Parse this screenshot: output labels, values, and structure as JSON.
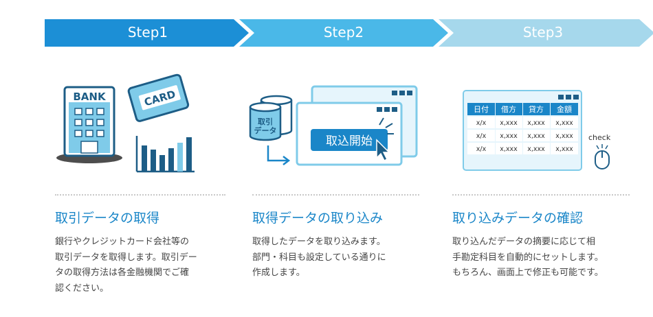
{
  "steps": [
    {
      "label": "Step1",
      "color": "#1c8fd6"
    },
    {
      "label": "Step2",
      "color": "#4ab8e8"
    },
    {
      "label": "Step3",
      "color": "#a6d8ec"
    }
  ],
  "illustration1": {
    "bank_text": "BANK",
    "card_text": "CARD",
    "icons": [
      "bank-building-icon",
      "credit-card-icon",
      "bar-chart-icon"
    ]
  },
  "illustration2": {
    "db_text_line1": "取引",
    "db_text_line2": "データ",
    "button_text": "取込開始",
    "icons": [
      "database-icon",
      "arrow-icon",
      "cursor-icon"
    ]
  },
  "illustration3": {
    "headers": [
      "日付",
      "借方",
      "貸方",
      "金額"
    ],
    "rows": [
      [
        "x/x",
        "x,xxx",
        "x,xxx",
        "x,xxx"
      ],
      [
        "x/x",
        "x,xxx",
        "x,xxx",
        "x,xxx"
      ],
      [
        "x/x",
        "x,xxx",
        "x,xxx",
        "x,xxx"
      ]
    ],
    "check_text": "check",
    "icons": [
      "mouse-icon"
    ]
  },
  "columns": [
    {
      "title": "取引データの取得",
      "description": "銀行やクレジットカード会社等の\n取引データを取得します。取引デー\nタの取得方法は各金融機関でご確\n認ください。"
    },
    {
      "title": "取得データの取り込み",
      "description": "取得したデータを取り込みます。\n部門・科目も設定している通りに\n作成します。"
    },
    {
      "title": "取り込みデータの確認",
      "description": "取り込んだデータの摘要に応じて相\n手勘定科目を自動的にセットします。\nもちろん、画面上で修正も可能です。"
    }
  ],
  "colors": {
    "accent_blue": "#1a86c8",
    "light_blue": "#7fcbe9",
    "pale_blue": "#e6f5fc",
    "dark_navy": "#1d5d86"
  }
}
